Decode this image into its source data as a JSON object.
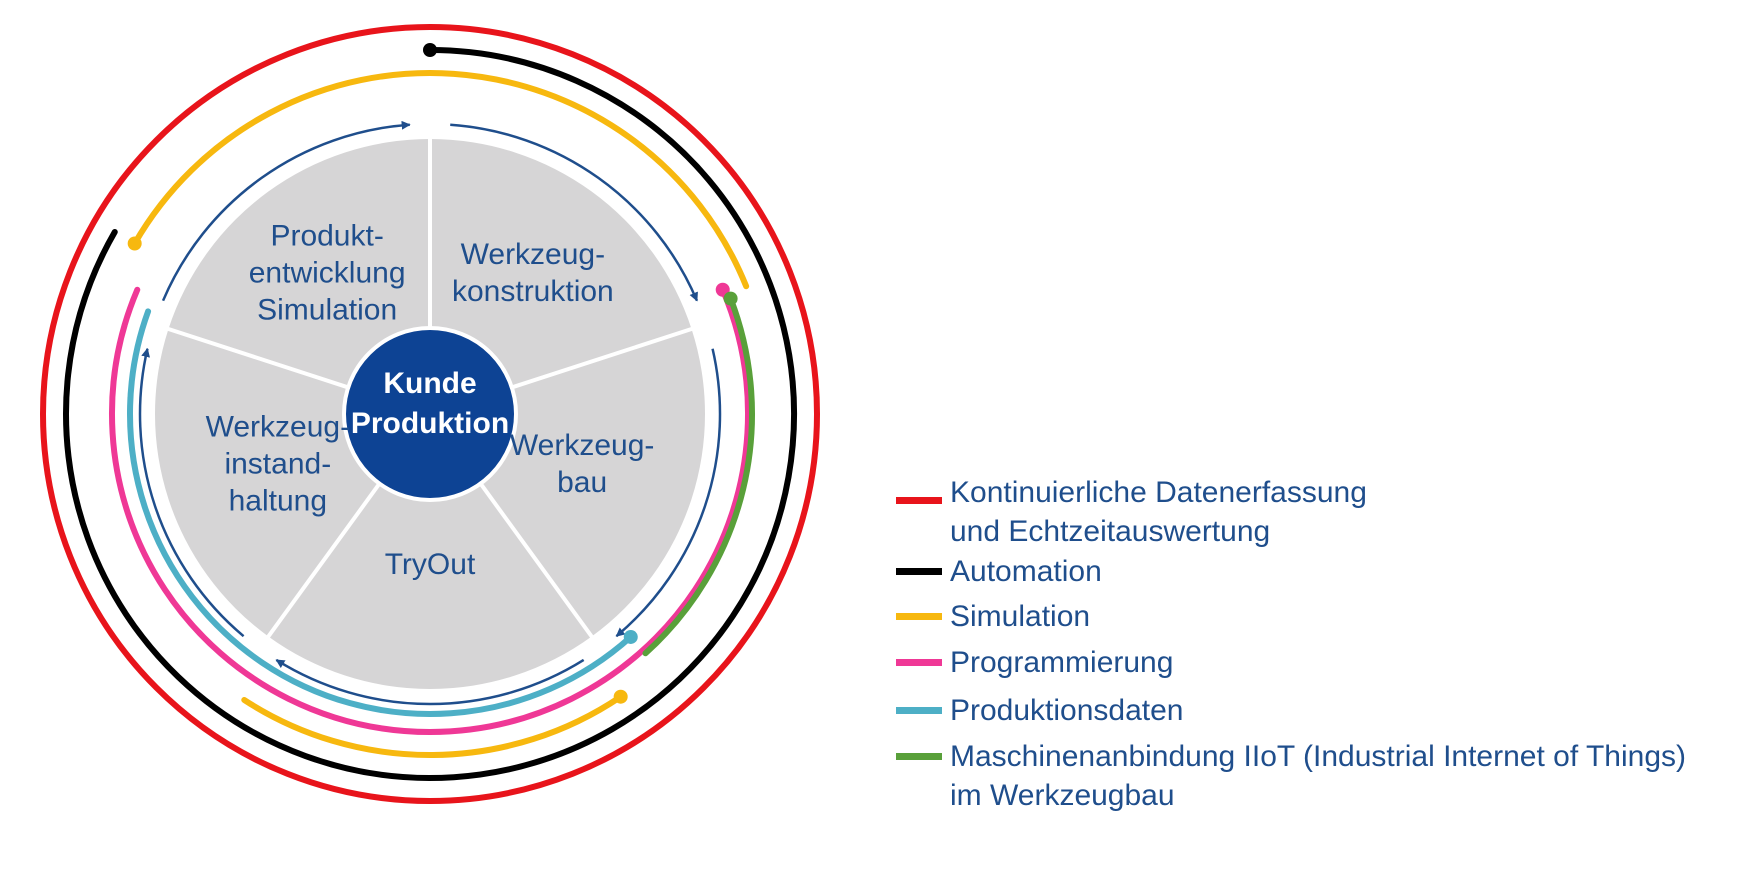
{
  "diagram": {
    "center": {
      "line1": "Kunde",
      "line2": "Produktion",
      "color": "#0d4394"
    },
    "segments": [
      {
        "lines": [
          "Produkt-",
          "entwicklung",
          "Simulation"
        ]
      },
      {
        "lines": [
          "Werkzeug-",
          "konstruktion"
        ]
      },
      {
        "lines": [
          "Werkzeug-",
          "bau"
        ]
      },
      {
        "lines": [
          "TryOut"
        ]
      },
      {
        "lines": [
          "Werkzeug-",
          "instand-",
          "haltung"
        ]
      }
    ],
    "segment_fill": "#d6d5d6",
    "arrow_color": "#1f4e8c",
    "text_color": "#1f4e8c"
  },
  "legend": {
    "items": [
      {
        "key": "daten",
        "color": "#e8141b",
        "lines": [
          "Kontinuierliche Datenerfassung",
          "und Echtzeitauswertung"
        ]
      },
      {
        "key": "automation",
        "color": "#000000",
        "lines": [
          "Automation"
        ]
      },
      {
        "key": "simulation",
        "color": "#f7b80f",
        "lines": [
          "Simulation"
        ]
      },
      {
        "key": "programmierung",
        "color": "#ef3896",
        "lines": [
          "Programmierung"
        ]
      },
      {
        "key": "produktionsdaten",
        "color": "#4dafc6",
        "lines": [
          "Produktionsdaten"
        ]
      },
      {
        "key": "iiot",
        "color": "#59a03a",
        "lines": [
          "Maschinenanbindung IIoT (Industrial Internet of Things)",
          "im Werkzeugbau"
        ]
      }
    ]
  }
}
